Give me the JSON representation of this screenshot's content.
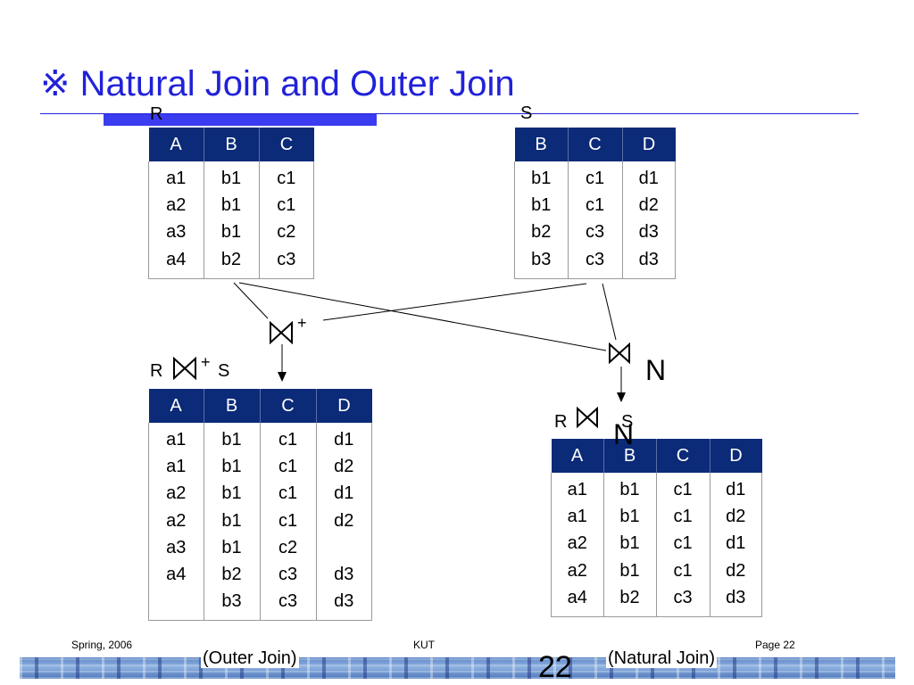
{
  "title": {
    "mark": "※",
    "text": "Natural Join and Outer Join"
  },
  "relation_r": {
    "label": "R",
    "headers": [
      "A",
      "B",
      "C"
    ],
    "columns": [
      [
        "a1",
        "a2",
        "a3",
        "a4"
      ],
      [
        "b1",
        "b1",
        "b1",
        "b2"
      ],
      [
        "c1",
        "c1",
        "c2",
        "c3"
      ]
    ]
  },
  "relation_s": {
    "label": "S",
    "headers": [
      "B",
      "C",
      "D"
    ],
    "columns": [
      [
        "b1",
        "b1",
        "b2",
        "b3"
      ],
      [
        "c1",
        "c1",
        "c3",
        "c3"
      ],
      [
        "d1",
        "d2",
        "d3",
        "d3"
      ]
    ]
  },
  "outer_join": {
    "op_superscript": "+",
    "expr": {
      "left": "R",
      "sup": "+",
      "right": "S"
    },
    "headers": [
      "A",
      "B",
      "C",
      "D"
    ],
    "columns": [
      [
        "a1",
        "a1",
        "a2",
        "a2",
        "a3",
        "a4",
        ""
      ],
      [
        "b1",
        "b1",
        "b1",
        "b1",
        "b1",
        "b2",
        "b3"
      ],
      [
        "c1",
        "c1",
        "c1",
        "c1",
        "c2",
        "c3",
        "c3"
      ],
      [
        "d1",
        "d2",
        "d1",
        "d2",
        "",
        "d3",
        "d3"
      ]
    ],
    "caption": "(Outer Join)"
  },
  "natural_join": {
    "op_subscript": "N",
    "expr": {
      "left": "R",
      "right": "S",
      "sub": "N"
    },
    "headers": [
      "A",
      "B",
      "C",
      "D"
    ],
    "columns": [
      [
        "a1",
        "a1",
        "a2",
        "a2",
        "a4"
      ],
      [
        "b1",
        "b1",
        "b1",
        "b1",
        "b2"
      ],
      [
        "c1",
        "c1",
        "c1",
        "c1",
        "c3"
      ],
      [
        "d1",
        "d2",
        "d1",
        "d2",
        "d3"
      ]
    ],
    "caption": "(Natural Join)"
  },
  "footer": {
    "left": "Spring, 2006",
    "center": "KUT",
    "right": "Page 22",
    "page_number": "22"
  }
}
